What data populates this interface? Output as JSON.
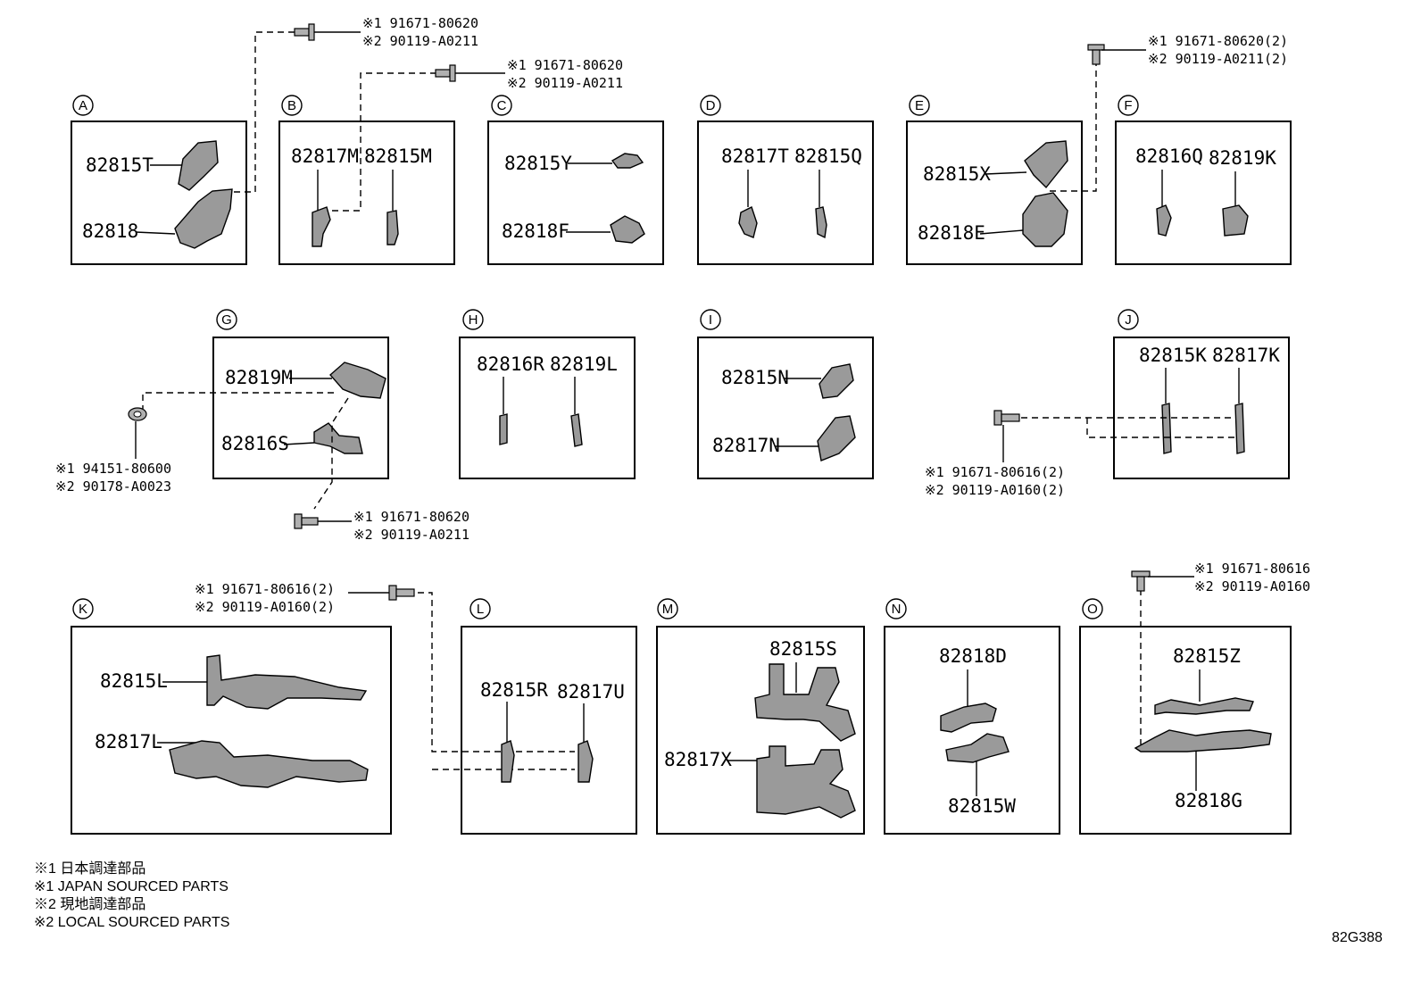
{
  "sections": {
    "A": {
      "letter": "A",
      "parts": [
        "82815T",
        "82818"
      ]
    },
    "B": {
      "letter": "B",
      "parts": [
        "82817M",
        "82815M"
      ]
    },
    "C": {
      "letter": "C",
      "parts": [
        "82815Y",
        "82818F"
      ]
    },
    "D": {
      "letter": "D",
      "parts": [
        "82817T",
        "82815Q"
      ]
    },
    "E": {
      "letter": "E",
      "parts": [
        "82815X",
        "82818E"
      ]
    },
    "F": {
      "letter": "F",
      "parts": [
        "82816Q",
        "82819K"
      ]
    },
    "G": {
      "letter": "G",
      "parts": [
        "82819M",
        "82816S"
      ]
    },
    "H": {
      "letter": "H",
      "parts": [
        "82816R",
        "82819L"
      ]
    },
    "I": {
      "letter": "I",
      "parts": [
        "82815N",
        "82817N"
      ]
    },
    "J": {
      "letter": "J",
      "parts": [
        "82815K",
        "82817K"
      ]
    },
    "K": {
      "letter": "K",
      "parts": [
        "82815L",
        "82817L"
      ]
    },
    "L": {
      "letter": "L",
      "parts": [
        "82815R",
        "82817U"
      ]
    },
    "M": {
      "letter": "M",
      "parts": [
        "82815S",
        "82817X"
      ]
    },
    "N": {
      "letter": "N",
      "parts": [
        "82818D",
        "82815W"
      ]
    },
    "O": {
      "letter": "O",
      "parts": [
        "82815Z",
        "82818G"
      ]
    }
  },
  "fasteners": {
    "a": {
      "line1": "※1 91671-80620",
      "line2": "※2 90119-A0211"
    },
    "b": {
      "line1": "※1 91671-80620",
      "line2": "※2 90119-A0211"
    },
    "e": {
      "line1": "※1 91671-80620(2)",
      "line2": "※2 90119-A0211(2)"
    },
    "g_clip": {
      "line1": "※1 94151-80600",
      "line2": "※2 90178-A0023"
    },
    "g_bolt": {
      "line1": "※1 91671-80620",
      "line2": "※2 90119-A0211"
    },
    "j": {
      "line1": "※1 91671-80616(2)",
      "line2": "※2 90119-A0160(2)"
    },
    "k": {
      "line1": "※1 91671-80616(2)",
      "line2": "※2 90119-A0160(2)"
    },
    "o": {
      "line1": "※1 91671-80616",
      "line2": "※2 90119-A0160"
    }
  },
  "notes": [
    "※1 日本調達部品",
    "※1 JAPAN SOURCED PARTS",
    "※2 現地調達部品",
    "※2 LOCAL SOURCED PARTS"
  ],
  "diagram_code": "82G388"
}
